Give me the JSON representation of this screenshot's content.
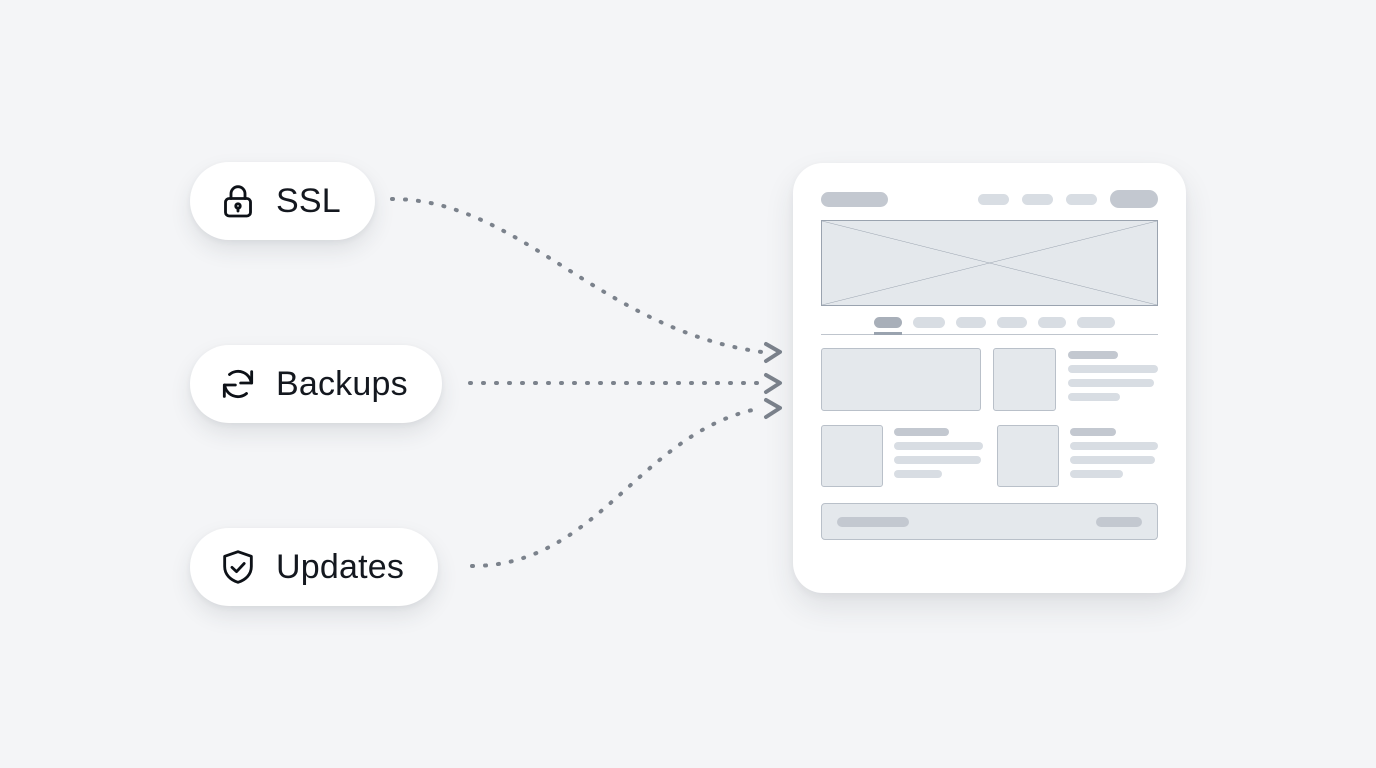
{
  "background_color": "#f4f5f7",
  "features": [
    {
      "id": "ssl",
      "label": "SSL",
      "icon": "lock-icon"
    },
    {
      "id": "backups",
      "label": "Backups",
      "icon": "sync-refresh-icon"
    },
    {
      "id": "updates",
      "label": "Updates",
      "icon": "shield-check-icon"
    }
  ],
  "connectors": {
    "style": "dashed",
    "color": "#7b828c",
    "arrowhead": "chevron-right",
    "count": 3
  },
  "website_card": {
    "name": "website-preview-card",
    "header": {
      "logo": "logo-placeholder",
      "nav_items": [
        "nav-item-1",
        "nav-item-2",
        "nav-item-3"
      ],
      "cta": "cta-button-placeholder"
    },
    "hero": {
      "name": "hero-image-placeholder",
      "marker": "x-cross"
    },
    "tabs": {
      "items": [
        "tab-1",
        "tab-2",
        "tab-3",
        "tab-4",
        "tab-5",
        "tab-6"
      ],
      "active_index": 0,
      "widths": [
        28,
        32,
        30,
        30,
        28,
        38
      ]
    },
    "content_row_1": {
      "wide_block": "media-block-wide",
      "square_block": "media-block-square",
      "text_lines": [
        {
          "width": "55%",
          "type": "heading"
        },
        {
          "width": "100%",
          "type": "body"
        },
        {
          "width": "96%",
          "type": "body"
        },
        {
          "width": "58%",
          "type": "body"
        }
      ]
    },
    "content_row_2": [
      {
        "thumb": "thumbnail-placeholder",
        "text_lines": [
          {
            "width": "62%",
            "type": "heading"
          },
          {
            "width": "100%",
            "type": "body"
          },
          {
            "width": "98%",
            "type": "body"
          },
          {
            "width": "54%",
            "type": "body"
          }
        ]
      },
      {
        "thumb": "thumbnail-placeholder",
        "text_lines": [
          {
            "width": "52%",
            "type": "heading"
          },
          {
            "width": "100%",
            "type": "body"
          },
          {
            "width": "97%",
            "type": "body"
          },
          {
            "width": "60%",
            "type": "body"
          }
        ]
      }
    ],
    "footer": {
      "left": "footer-text-placeholder",
      "right": "footer-button-placeholder"
    }
  }
}
